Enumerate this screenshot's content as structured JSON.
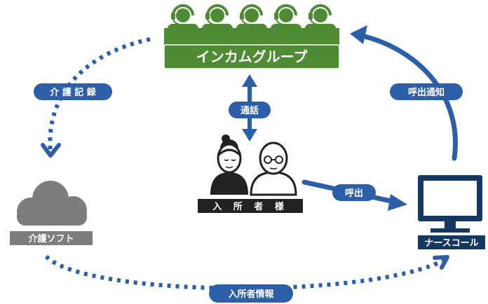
{
  "colors": {
    "green": "#4f8a34",
    "green_dark": "#3f7428",
    "blue": "#2c5fa8",
    "blue_dark": "#1f4f93",
    "navy": "#16375f",
    "gray": "#7d7d7d",
    "gray_dark": "#5b5b5b",
    "black": "#222222"
  },
  "nodes": {
    "intercom_group": {
      "label": "インカムグループ",
      "icon": "headset-operators-icon"
    },
    "residents": {
      "label": "入 所 者 様",
      "icon": "elderly-residents-icon"
    },
    "care_software": {
      "label": "介護ソフト",
      "icon": "cloud-icon"
    },
    "nurse_call": {
      "label": "ナースコール",
      "icon": "monitor-icon"
    }
  },
  "edges": {
    "care_record": {
      "label": "介 護 記 録"
    },
    "call_notice": {
      "label": "呼出通知"
    },
    "talk": {
      "label": "通話"
    },
    "call": {
      "label": "呼出"
    },
    "resident_info": {
      "label": "入所者情報"
    }
  }
}
